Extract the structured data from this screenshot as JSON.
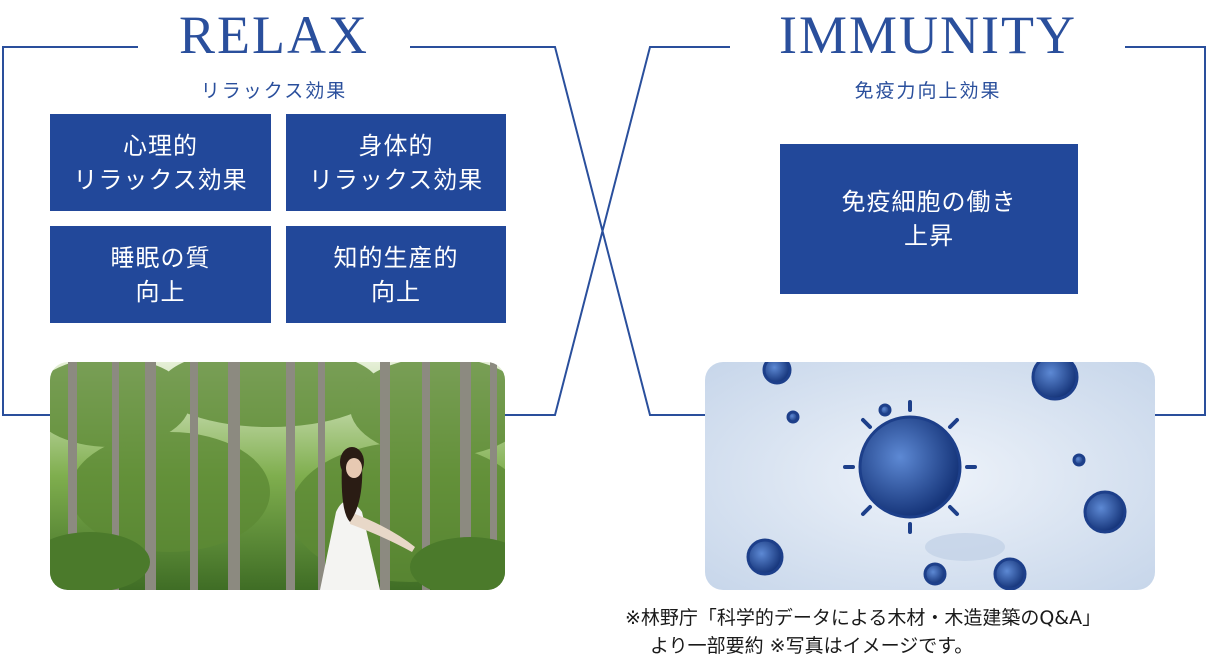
{
  "relax": {
    "title": "RELAX",
    "subtitle": "リラックス効果",
    "tiles": [
      {
        "line1": "心理的",
        "line2": "リラックス効果"
      },
      {
        "line1": "身体的",
        "line2": "リラックス効果"
      },
      {
        "line1": "睡眠の質",
        "line2": "向上"
      },
      {
        "line1": "知的生産的",
        "line2": "向上"
      }
    ]
  },
  "immunity": {
    "title": "IMMUNITY",
    "subtitle": "免疫力向上効果",
    "tile": {
      "line1": "免疫細胞の働き",
      "line2": "上昇"
    }
  },
  "footnote": {
    "line1": "※林野庁「科学的データによる木材・木造建築のQ&A」",
    "line2": "より一部要約 ※写真はイメージです。"
  },
  "colors": {
    "accent": "#2a4f9c",
    "tile": "#22489a"
  },
  "icons": {
    "relax_photo": "forest-woman-photo",
    "immunity_photo": "virus-cells-photo"
  }
}
